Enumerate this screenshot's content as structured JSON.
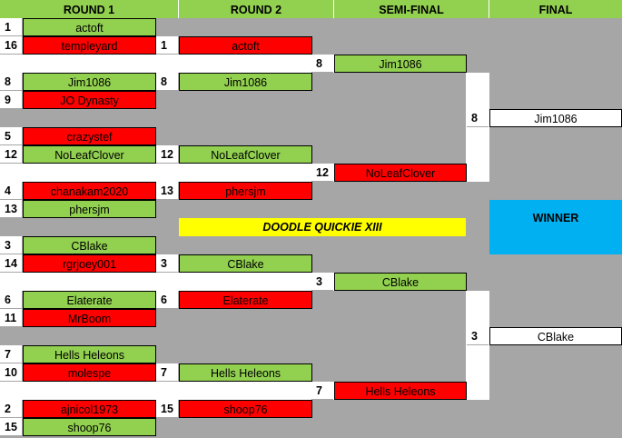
{
  "headers": [
    "ROUND 1",
    "ROUND 2",
    "SEMI-FINAL",
    "FINAL"
  ],
  "title": "DOODLE QUICKIE XIII",
  "winner_label": "WINNER",
  "round1": [
    {
      "seed": "1",
      "name": "actoft",
      "won": true
    },
    {
      "seed": "16",
      "name": "templeyard",
      "won": false
    },
    {
      "seed": "8",
      "name": "Jim1086",
      "won": true
    },
    {
      "seed": "9",
      "name": "JO Dynasty",
      "won": false
    },
    {
      "seed": "5",
      "name": "crazystef",
      "won": false
    },
    {
      "seed": "12",
      "name": "NoLeafClover",
      "won": true
    },
    {
      "seed": "4",
      "name": "chanakam2020",
      "won": false
    },
    {
      "seed": "13",
      "name": "phersjm",
      "won": true
    },
    {
      "seed": "3",
      "name": "CBlake",
      "won": true
    },
    {
      "seed": "14",
      "name": "rgrjoey001",
      "won": false
    },
    {
      "seed": "6",
      "name": "Elaterate",
      "won": true
    },
    {
      "seed": "11",
      "name": "MrBoom",
      "won": false
    },
    {
      "seed": "7",
      "name": "Hells Heleons",
      "won": true
    },
    {
      "seed": "10",
      "name": "molespe",
      "won": false
    },
    {
      "seed": "2",
      "name": "ajnicol1973",
      "won": false
    },
    {
      "seed": "15",
      "name": "shoop76",
      "won": true
    }
  ],
  "round2": [
    {
      "seed": "1",
      "name": "actoft",
      "won": false
    },
    {
      "seed": "8",
      "name": "Jim1086",
      "won": true
    },
    {
      "seed": "12",
      "name": "NoLeafClover",
      "won": true
    },
    {
      "seed": "13",
      "name": "phersjm",
      "won": false
    },
    {
      "seed": "3",
      "name": "CBlake",
      "won": true
    },
    {
      "seed": "6",
      "name": "Elaterate",
      "won": false
    },
    {
      "seed": "7",
      "name": "Hells Heleons",
      "won": true
    },
    {
      "seed": "15",
      "name": "shoop76",
      "won": false
    }
  ],
  "semifinal": [
    {
      "seed": "8",
      "name": "Jim1086",
      "won": true
    },
    {
      "seed": "12",
      "name": "NoLeafClover",
      "won": false
    },
    {
      "seed": "3",
      "name": "CBlake",
      "won": true
    },
    {
      "seed": "7",
      "name": "Hells Heleons",
      "won": false
    }
  ],
  "final": [
    {
      "seed": "8",
      "name": "Jim1086"
    },
    {
      "seed": "3",
      "name": "CBlake"
    }
  ],
  "colors": {
    "won": "#92d050",
    "lost": "#ff0000",
    "header": "#92d050",
    "title": "#ffff00",
    "winner": "#00b0f0",
    "background": "#a6a6a6"
  }
}
